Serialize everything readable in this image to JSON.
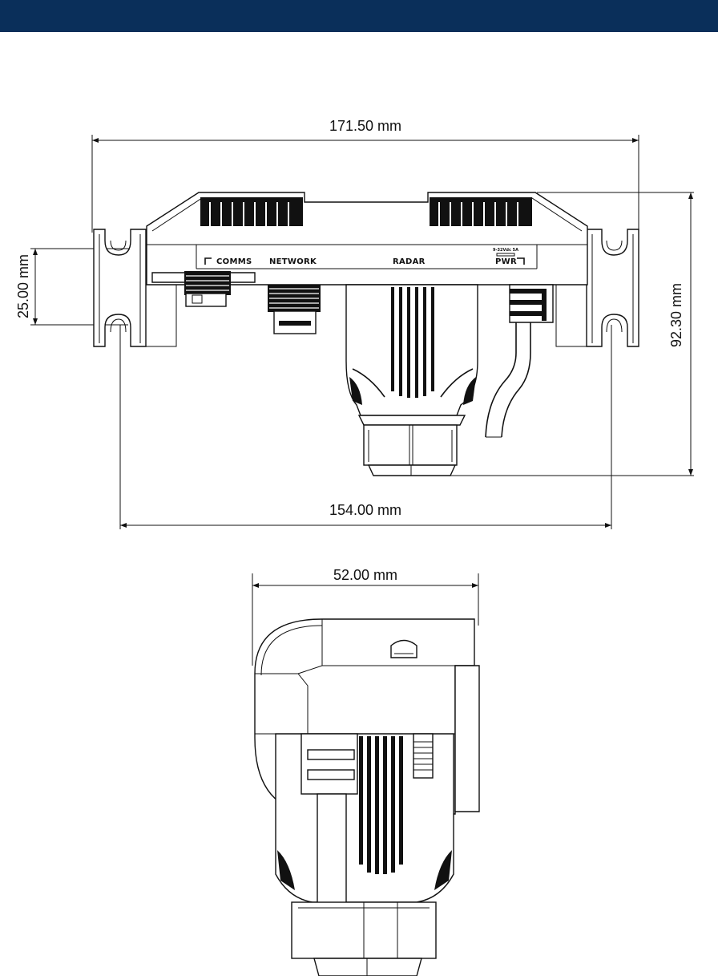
{
  "header": {
    "bar_color": "#0a2f5a"
  },
  "front_view": {
    "dim_width": "171.50 mm",
    "dim_mount_spacing": "154.00 mm",
    "dim_height": "92.30 mm",
    "dim_mount_height": "25.00 mm",
    "port_comms": "COMMS",
    "port_network": "NETWORK",
    "port_radar": "RADAR",
    "port_pwr": "PWR",
    "pwr_rating": "9-32Vdc 5A"
  },
  "side_view": {
    "dim_depth": "52.00 mm"
  }
}
